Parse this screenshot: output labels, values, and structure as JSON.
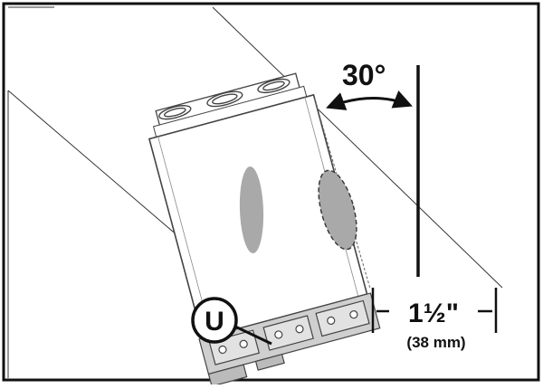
{
  "diagram": {
    "angle_label": "30°",
    "dimension_label": "1½\"",
    "dimension_metric": "(38 mm)",
    "callout_letter": "U"
  }
}
